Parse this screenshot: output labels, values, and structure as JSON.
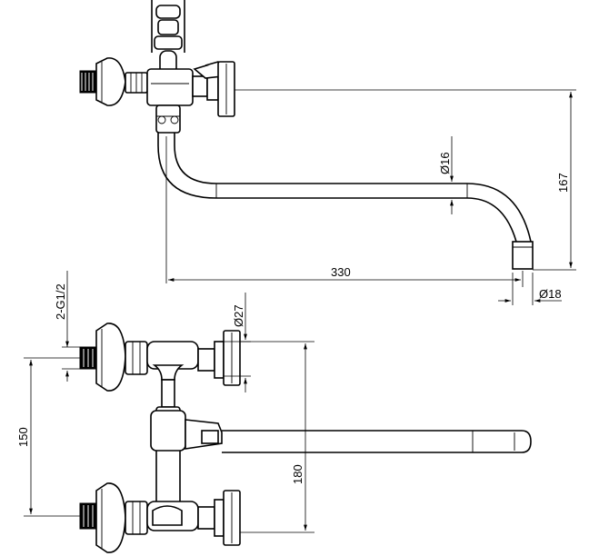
{
  "dimensions": {
    "spout_reach": "330",
    "spout_height": "167",
    "spout_diameter": "Ø16",
    "outlet_diameter": "Ø18",
    "handle_diameter": "Ø27",
    "inlet_thread": "2-G1/2",
    "inlet_spacing": "150",
    "overall_height": "180"
  }
}
